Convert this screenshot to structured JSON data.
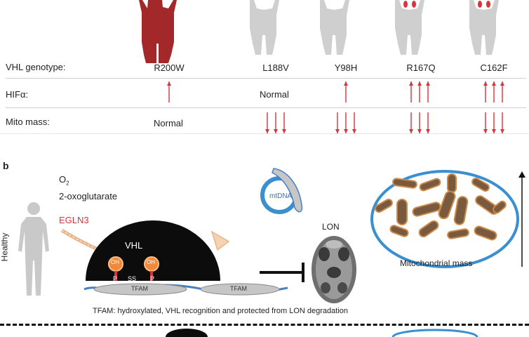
{
  "panel_a": {
    "row_labels": {
      "genotype": "VHL genotype:",
      "hif": "HIFα:",
      "mito": "Mito mass:"
    },
    "genotypes": [
      "R200W",
      "L188V",
      "Y98H",
      "R167Q",
      "C162F"
    ],
    "hif_normal": "Normal",
    "mito_normal": "Normal",
    "hif_arrows": [
      1,
      0,
      1,
      3,
      3
    ],
    "mito_arrows": [
      0,
      3,
      3,
      3,
      3
    ],
    "colors": {
      "arrow": "#d8343b",
      "figure_red": "#a3282a",
      "figure_grey": "#c9c9c9"
    }
  },
  "panel_b": {
    "label": "b",
    "side_label": "Healthy",
    "o2_main": "O",
    "o2_sub": "2",
    "oxo": "2-oxoglutarate",
    "egln3": "EGLN3",
    "vhl": "VHL",
    "oh_left": "OH",
    "oh_right": "OH",
    "p_left": "P",
    "ss": "SS",
    "p_right": "P",
    "tfam_left": "TFAM",
    "tfam_right": "TFAM",
    "mtdna": "mtDNA",
    "lon": "LON",
    "mito_mass": "Mitochondrial mass",
    "caption": "TFAM: hydroxylated, VHL recognition and protected from LON degradation"
  }
}
